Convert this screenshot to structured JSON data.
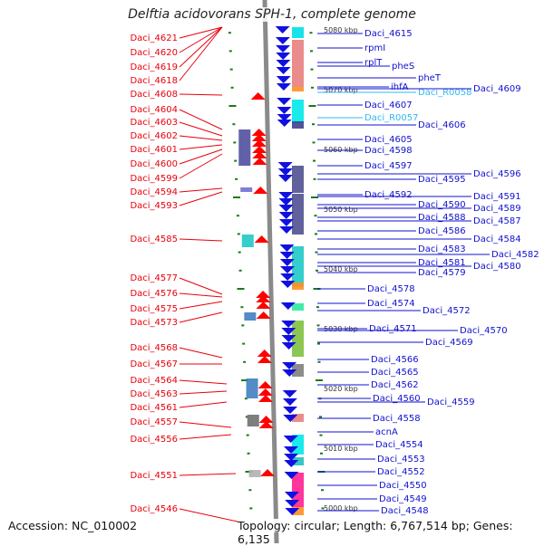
{
  "title": "Delftia acidovorans SPH-1, complete genome",
  "footer": {
    "accession": "Accession: NC_010002",
    "topology": "Topology: circular; Length: 6,767,514 bp; Genes: 6,135"
  },
  "colors": {
    "left_label": "#e8000b",
    "right_label": "#1010d0",
    "rna_label": "#30b8f0",
    "tick": "#1a7a1a",
    "axis": "#8a8a8a",
    "left_arrow": "#ff0000",
    "right_arrow": "#1010e0"
  },
  "kbp_markers": [
    "5080 kbp",
    "5070 kbp",
    "5060 kbp",
    "5050 kbp",
    "5040 kbp",
    "5030 kbp",
    "5020 kbp",
    "5010 kbp",
    "5000 kbp"
  ],
  "left_genes": [
    {
      "label": "Daci_4621"
    },
    {
      "label": "Daci_4620"
    },
    {
      "label": "Daci_4619"
    },
    {
      "label": "Daci_4618"
    },
    {
      "label": "Daci_4608"
    },
    {
      "label": "Daci_4604"
    },
    {
      "label": "Daci_4603"
    },
    {
      "label": "Daci_4602"
    },
    {
      "label": "Daci_4601"
    },
    {
      "label": "Daci_4600"
    },
    {
      "label": "Daci_4599"
    },
    {
      "label": "Daci_4594"
    },
    {
      "label": "Daci_4593"
    },
    {
      "label": "Daci_4585"
    },
    {
      "label": "Daci_4577"
    },
    {
      "label": "Daci_4576"
    },
    {
      "label": "Daci_4575"
    },
    {
      "label": "Daci_4573"
    },
    {
      "label": "Daci_4568"
    },
    {
      "label": "Daci_4567"
    },
    {
      "label": "Daci_4564"
    },
    {
      "label": "Daci_4563"
    },
    {
      "label": "Daci_4561"
    },
    {
      "label": "Daci_4557"
    },
    {
      "label": "Daci_4556"
    },
    {
      "label": "Daci_4551"
    },
    {
      "label": "Daci_4546"
    }
  ],
  "right_genes": [
    {
      "label": "Daci_4615"
    },
    {
      "label": "rpmI"
    },
    {
      "label": "rplT"
    },
    {
      "label": "pheS"
    },
    {
      "label": "pheT"
    },
    {
      "label": "ihfA"
    },
    {
      "label": "Daci_R0058",
      "rna": true
    },
    {
      "label": "Daci_4609"
    },
    {
      "label": "Daci_4607"
    },
    {
      "label": "Daci_R0057",
      "rna": true
    },
    {
      "label": "Daci_4606"
    },
    {
      "label": "Daci_4605"
    },
    {
      "label": "Daci_4598"
    },
    {
      "label": "Daci_4597"
    },
    {
      "label": "Daci_4596"
    },
    {
      "label": "Daci_4595"
    },
    {
      "label": "Daci_4592"
    },
    {
      "label": "Daci_4591"
    },
    {
      "label": "Daci_4590"
    },
    {
      "label": "Daci_4589"
    },
    {
      "label": "Daci_4588"
    },
    {
      "label": "Daci_4587"
    },
    {
      "label": "Daci_4586"
    },
    {
      "label": "Daci_4584"
    },
    {
      "label": "Daci_4583"
    },
    {
      "label": "Daci_4582"
    },
    {
      "label": "Daci_4581"
    },
    {
      "label": "Daci_4580"
    },
    {
      "label": "Daci_4579"
    },
    {
      "label": "Daci_4578"
    },
    {
      "label": "Daci_4574"
    },
    {
      "label": "Daci_4572"
    },
    {
      "label": "Daci_4571"
    },
    {
      "label": "Daci_4570"
    },
    {
      "label": "Daci_4569"
    },
    {
      "label": "Daci_4566"
    },
    {
      "label": "Daci_4565"
    },
    {
      "label": "Daci_4562"
    },
    {
      "label": "Daci_4560"
    },
    {
      "label": "Daci_4559"
    },
    {
      "label": "Daci_4558"
    },
    {
      "label": "acnA"
    },
    {
      "label": "Daci_4554"
    },
    {
      "label": "Daci_4553"
    },
    {
      "label": "Daci_4552"
    },
    {
      "label": "Daci_4550"
    },
    {
      "label": "Daci_4549"
    },
    {
      "label": "Daci_4548"
    }
  ]
}
